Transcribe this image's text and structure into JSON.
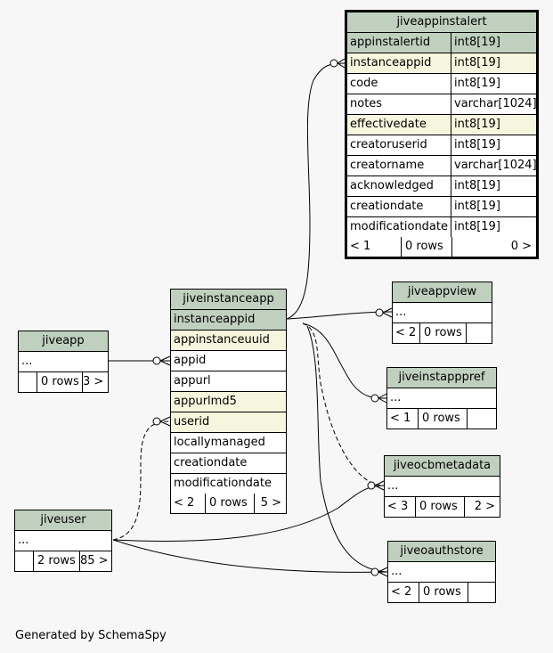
{
  "footer": "Generated by SchemaSpy",
  "colors": {
    "header": "#c0d0bf",
    "primary_key_row": "#c0d0bf",
    "indexed_row": "#f5f6dd",
    "background": "#f7f7f7"
  },
  "tables": {
    "jiveappinstalert": {
      "name": "jiveappinstalert",
      "columns": [
        {
          "name": "appinstalertid",
          "type": "int8[19]"
        },
        {
          "name": "instanceappid",
          "type": "int8[19]"
        },
        {
          "name": "code",
          "type": "int8[19]"
        },
        {
          "name": "notes",
          "type": "varchar[1024]"
        },
        {
          "name": "effectivedate",
          "type": "int8[19]"
        },
        {
          "name": "creatoruserid",
          "type": "int8[19]"
        },
        {
          "name": "creatorname",
          "type": "varchar[1024]"
        },
        {
          "name": "acknowledged",
          "type": "int8[19]"
        },
        {
          "name": "creationdate",
          "type": "int8[19]"
        },
        {
          "name": "modificationdate",
          "type": "int8[19]"
        }
      ],
      "summary": {
        "parents": "< 1",
        "rows": "0 rows",
        "children": "0 >"
      }
    },
    "jiveinstanceapp": {
      "name": "jiveinstanceapp",
      "columns": [
        "instanceappid",
        "appinstanceuuid",
        "appid",
        "appurl",
        "appurlmd5",
        "userid",
        "locallymanaged",
        "creationdate",
        "modificationdate"
      ],
      "summary": {
        "parents": "< 2",
        "rows": "0 rows",
        "children": "5 >"
      }
    },
    "jiveapp": {
      "name": "jiveapp",
      "columns_placeholder": "...",
      "summary": {
        "parents": "",
        "rows": "0 rows",
        "children": "3 >"
      }
    },
    "jiveuser": {
      "name": "jiveuser",
      "columns_placeholder": "...",
      "summary": {
        "parents": "",
        "rows": "2 rows",
        "children": "85 >"
      }
    },
    "jiveappview": {
      "name": "jiveappview",
      "columns_placeholder": "...",
      "summary": {
        "parents": "< 2",
        "rows": "0 rows",
        "children": ""
      }
    },
    "jiveinstapppref": {
      "name": "jiveinstapppref",
      "columns_placeholder": "...",
      "summary": {
        "parents": "< 1",
        "rows": "0 rows",
        "children": ""
      }
    },
    "jiveocbmetadata": {
      "name": "jiveocbmetadata",
      "columns_placeholder": "...",
      "summary": {
        "parents": "< 3",
        "rows": "0 rows",
        "children": "2 >"
      }
    },
    "jiveoauthstore": {
      "name": "jiveoauthstore",
      "columns_placeholder": "...",
      "summary": {
        "parents": "< 2",
        "rows": "0 rows",
        "children": ""
      }
    }
  }
}
